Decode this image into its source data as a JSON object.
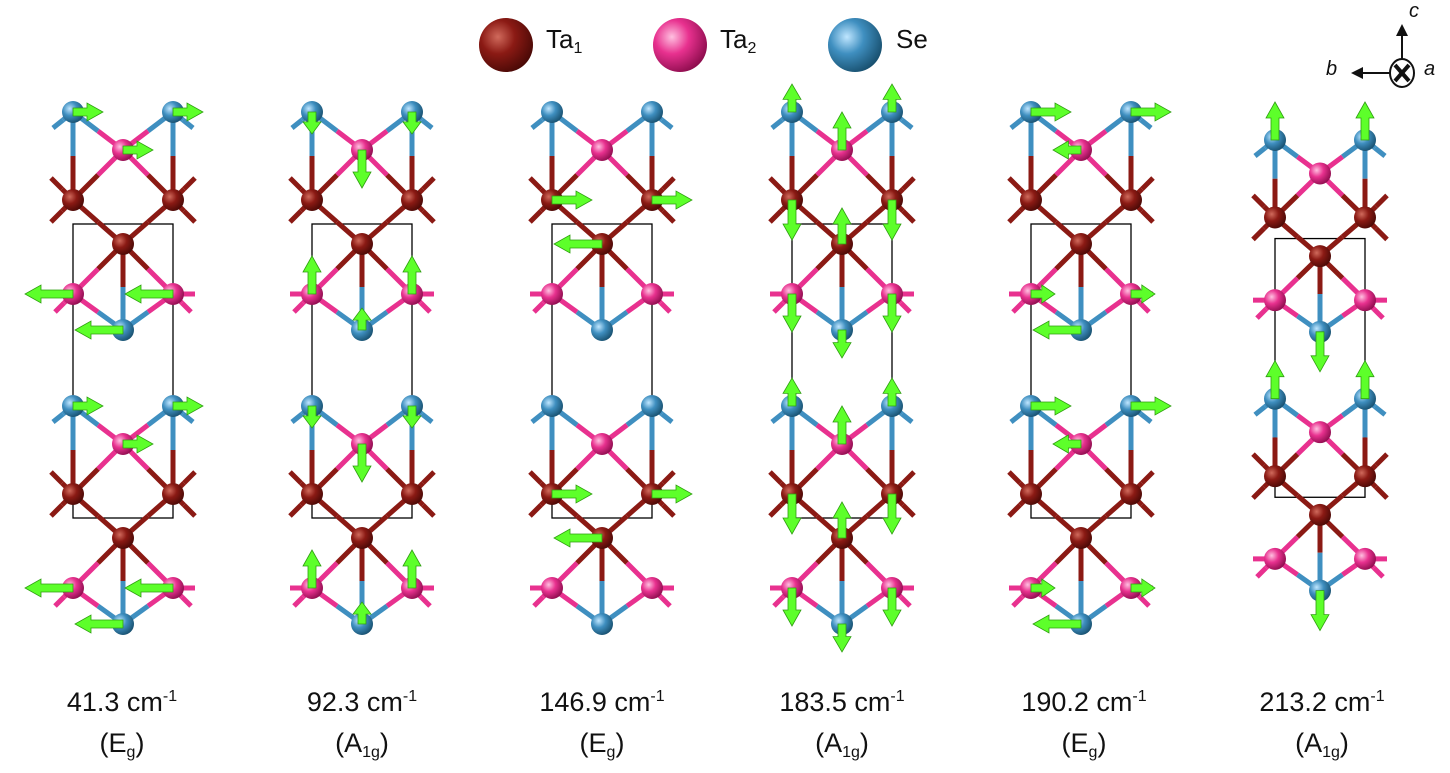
{
  "legend": [
    {
      "name": "Ta",
      "sub": "1",
      "color": "#8b1a14"
    },
    {
      "name": "Ta",
      "sub": "2",
      "color": "#e8318f"
    },
    {
      "name": "Se",
      "sub": "",
      "color": "#3f8fc0"
    }
  ],
  "axes": {
    "c": "c",
    "b": "b",
    "a": "a"
  },
  "colors": {
    "arrow": "#5dff2a",
    "ta1": "#8b1a14",
    "ta2": "#e8318f",
    "se": "#3f8fc0"
  },
  "modes": [
    {
      "frequency": "41.3",
      "unit": "cm",
      "exp": "-1",
      "sym": "E",
      "sym_sub": "g"
    },
    {
      "frequency": "92.3",
      "unit": "cm",
      "exp": "-1",
      "sym": "A",
      "sym_sub": "1g"
    },
    {
      "frequency": "146.9",
      "unit": "cm",
      "exp": "-1",
      "sym": "E",
      "sym_sub": "g"
    },
    {
      "frequency": "183.5",
      "unit": "cm",
      "exp": "-1",
      "sym": "A",
      "sym_sub": "1g"
    },
    {
      "frequency": "190.2",
      "unit": "cm",
      "exp": "-1",
      "sym": "E",
      "sym_sub": "g"
    },
    {
      "frequency": "213.2",
      "unit": "cm",
      "exp": "-1",
      "sym": "A",
      "sym_sub": "1g"
    }
  ]
}
